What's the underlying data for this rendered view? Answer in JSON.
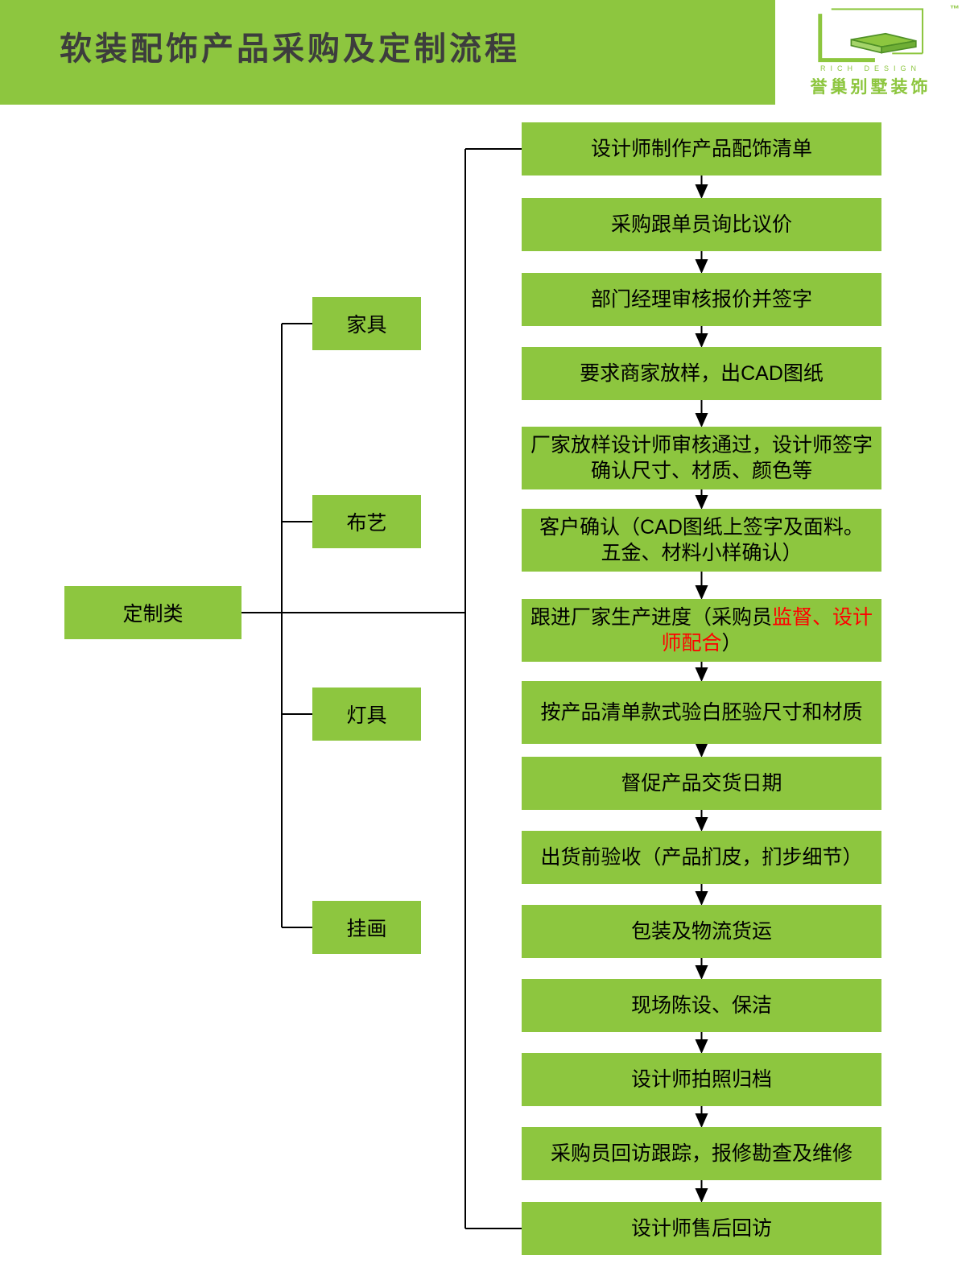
{
  "header": {
    "title": "软装配饰产品采购及定制流程",
    "logo": {
      "brand_en": "RICH DESIGN",
      "brand_cn": "誉巢别墅装饰",
      "trademark": "™"
    }
  },
  "root": {
    "label": "定制类"
  },
  "categories": [
    {
      "label": "家具"
    },
    {
      "label": "布艺"
    },
    {
      "label": "灯具"
    },
    {
      "label": "挂画"
    }
  ],
  "flow": [
    {
      "parts": [
        {
          "t": "设计师制作产品配饰清单"
        }
      ]
    },
    {
      "parts": [
        {
          "t": "采购跟单员询比议价"
        }
      ]
    },
    {
      "parts": [
        {
          "t": "部门经理审核报价并签字"
        }
      ]
    },
    {
      "parts": [
        {
          "t": "要求商家放样，出CAD图纸"
        }
      ]
    },
    {
      "parts": [
        {
          "t": "厂家放样设计师审核通过，设计师签字确认尺寸、材质、颜色等"
        }
      ]
    },
    {
      "parts": [
        {
          "t": "客户确认（CAD图纸上签字及面料。五金、材料小样确认）"
        }
      ]
    },
    {
      "parts": [
        {
          "t": "跟进厂家生产进度（采购员"
        },
        {
          "t": "监督、设计师配合",
          "c": "#ff0000"
        },
        {
          "t": "）"
        }
      ]
    },
    {
      "parts": [
        {
          "t": "按产品清单款式验白胚验尺寸和材质"
        }
      ]
    },
    {
      "parts": [
        {
          "t": "督促产品交货日期"
        }
      ]
    },
    {
      "parts": [
        {
          "t": "出货前验收（产品扪皮，扪步细节）"
        }
      ]
    },
    {
      "parts": [
        {
          "t": "包装及物流货运"
        }
      ]
    },
    {
      "parts": [
        {
          "t": "现场陈设、保洁"
        }
      ]
    },
    {
      "parts": [
        {
          "t": "设计师拍照归档"
        }
      ]
    },
    {
      "parts": [
        {
          "t": "采购员回访跟踪，报修勘查及维修"
        }
      ]
    },
    {
      "parts": [
        {
          "t": "设计师售后回访"
        }
      ]
    }
  ],
  "colors": {
    "green": "#8dc63f",
    "red": "#ff0000",
    "title_text": "#3d3d3d",
    "box_text": "#000000",
    "line": "#000000"
  }
}
